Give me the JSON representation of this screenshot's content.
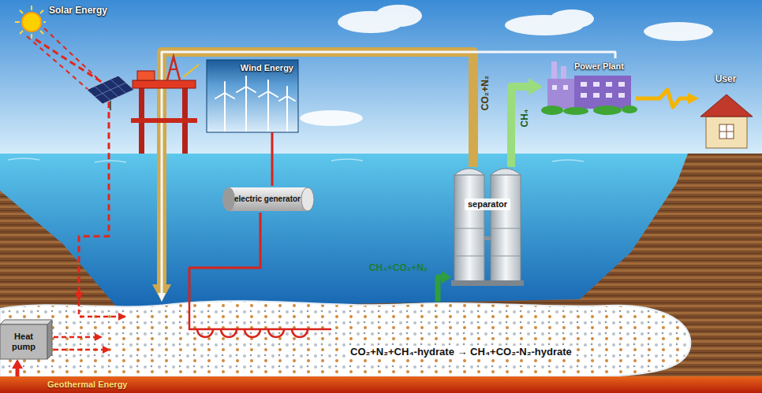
{
  "diagram": {
    "nodes": [
      {
        "text": [
          "Solar Energy"
        ]
      },
      {
        "text": [
          "Wind Energy"
        ]
      },
      {
        "text": [
          "Power Plant"
        ]
      },
      {
        "text": [
          "User"
        ]
      },
      {
        "text": [
          "electric generator"
        ]
      },
      {
        "text": [
          "separator"
        ]
      },
      {
        "text": [
          "CO₂+N₂+CH₄-hydrate → CH₄+CO₂-N₂-hydrate"
        ]
      },
      {
        "text": [
          "Heat pump"
        ],
        "in": 6
      },
      {
        "text": [
          "Geothermal Energy"
        ]
      }
    ],
    "edges": [
      {
        "from": 0,
        "to": 6,
        "arrow": "to"
      },
      {
        "from": 1,
        "to": 4,
        "arrow": "none"
      },
      {
        "from": 4,
        "to": 6,
        "arrow": "none"
      },
      {
        "from": 5,
        "to": 6,
        "label": "CO₂+N₂",
        "arrow": "to"
      },
      {
        "from": 2,
        "to": 6,
        "arrow": "to"
      },
      {
        "from": 5,
        "to": 2,
        "label": "CH₄",
        "arrow": "to"
      },
      {
        "from": 2,
        "to": 3,
        "arrow": "to"
      },
      {
        "from": 6,
        "to": 5,
        "label": "CH₄+CO₂+N₂",
        "arrow": "to"
      },
      {
        "from": 8,
        "to": 7,
        "arrow": "to"
      }
    ]
  }
}
